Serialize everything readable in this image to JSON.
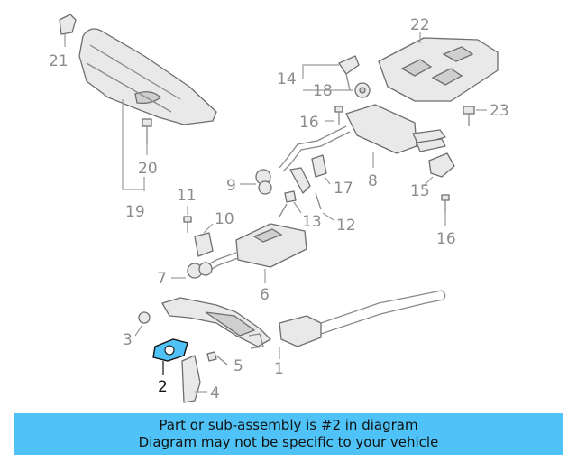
{
  "callouts": {
    "c1": "1",
    "c2": "2",
    "c3": "3",
    "c4": "4",
    "c5": "5",
    "c6": "6",
    "c7": "7",
    "c8": "8",
    "c9": "9",
    "c10": "10",
    "c11": "11",
    "c12": "12",
    "c13": "13",
    "c14": "14",
    "c15": "15",
    "c16a": "16",
    "c16b": "16",
    "c17": "17",
    "c18": "18",
    "c19": "19",
    "c20": "20",
    "c21": "21",
    "c22": "22",
    "c23": "23"
  },
  "banner": {
    "line1": "Part or sub-assembly is #2 in diagram",
    "line2": "Diagram may not be specific to your vehicle"
  },
  "colors": {
    "highlight": "#4fc3f7",
    "banner": "#4fc3f7"
  }
}
